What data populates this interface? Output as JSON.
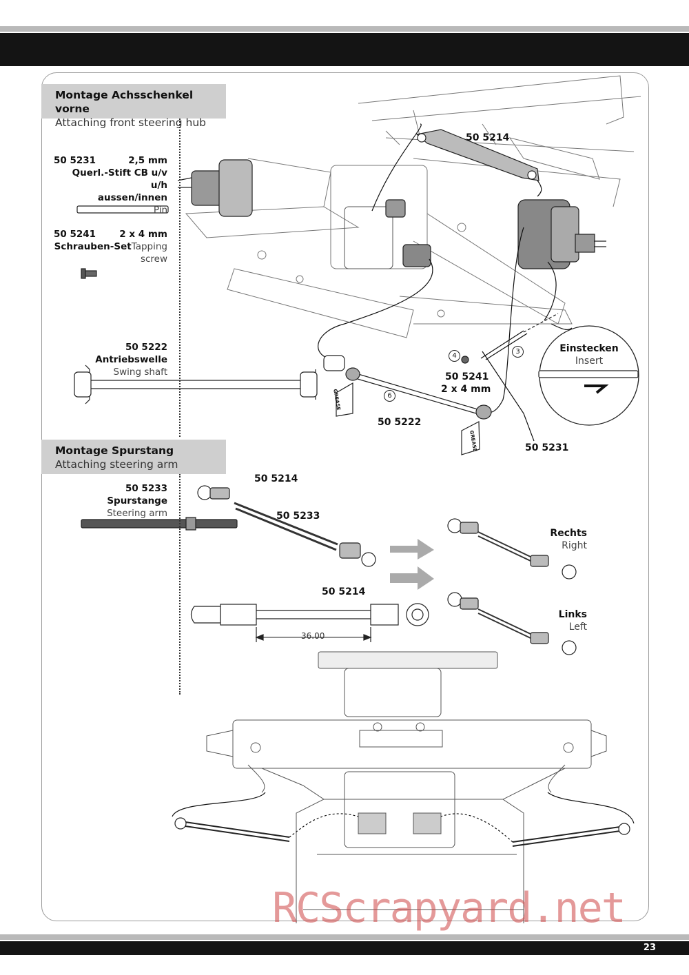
{
  "page_number": "23",
  "watermark": "RCScrapyard.net",
  "section1": {
    "title_de": "Montage Achsschenkel vorne",
    "title_en": "Attaching front steering hub",
    "parts": [
      {
        "number": "50 5231",
        "size": "2,5 mm",
        "name_de": "Querl.-Stift CB u/v u/h",
        "name_de2": "aussen/innen",
        "name_en": "Pin"
      },
      {
        "number": "50 5241",
        "size": "2 x 4 mm",
        "name_de": "Schrauben-Set",
        "name_en": "Tapping",
        "name_en2": "screw"
      },
      {
        "number": "50 5222",
        "name_de": "Antriebswelle",
        "name_en": "Swing shaft"
      }
    ],
    "callouts": {
      "hub_link": "50 5214",
      "screw_num": "50 5241",
      "screw_size": "2 x 4 mm",
      "shaft": "50 5222",
      "pin": "50 5231",
      "step3": "3",
      "step4": "4",
      "step6": "6",
      "insert_de": "Einstecken",
      "insert_en": "Insert",
      "grease": "GREASE"
    }
  },
  "section2": {
    "title_de": "Montage Spurstang",
    "title_en": "Attaching steering arm",
    "part": {
      "number": "50 5233",
      "name_de": "Spurstange",
      "name_en": "Steering arm"
    },
    "callouts": {
      "ball_end_top": "50 5214",
      "rod": "50 5233",
      "ball_end_bottom": "50 5214",
      "right_de": "Rechts",
      "right_en": "Right",
      "left_de": "Links",
      "left_en": "Left",
      "dimension": "36.00"
    }
  }
}
